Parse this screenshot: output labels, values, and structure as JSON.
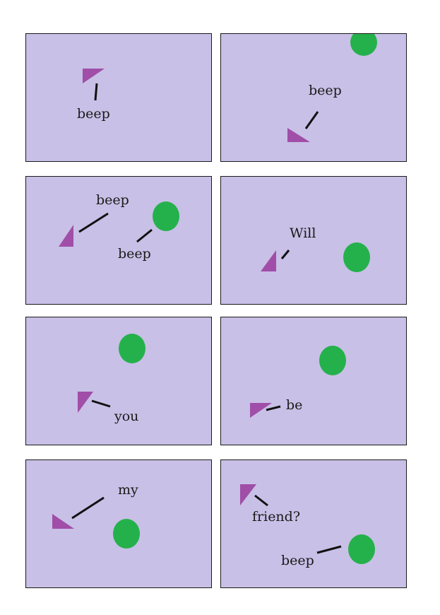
{
  "colors": {
    "panel_bg": "#c8c0e6",
    "panel_border": "#1a1a1a",
    "triangle": "#a04ea8",
    "circle": "#24b14b",
    "speech_line": "#111111"
  },
  "panels": [
    {
      "id": 1,
      "speech": [
        "beep"
      ]
    },
    {
      "id": 2,
      "speech": [
        "beep"
      ]
    },
    {
      "id": 3,
      "speech": [
        "beep",
        "beep"
      ]
    },
    {
      "id": 4,
      "speech": [
        "Will"
      ]
    },
    {
      "id": 5,
      "speech": [
        "you"
      ]
    },
    {
      "id": 6,
      "speech": [
        "be"
      ]
    },
    {
      "id": 7,
      "speech": [
        "my"
      ]
    },
    {
      "id": 8,
      "speech": [
        "friend?",
        "beep"
      ]
    }
  ]
}
